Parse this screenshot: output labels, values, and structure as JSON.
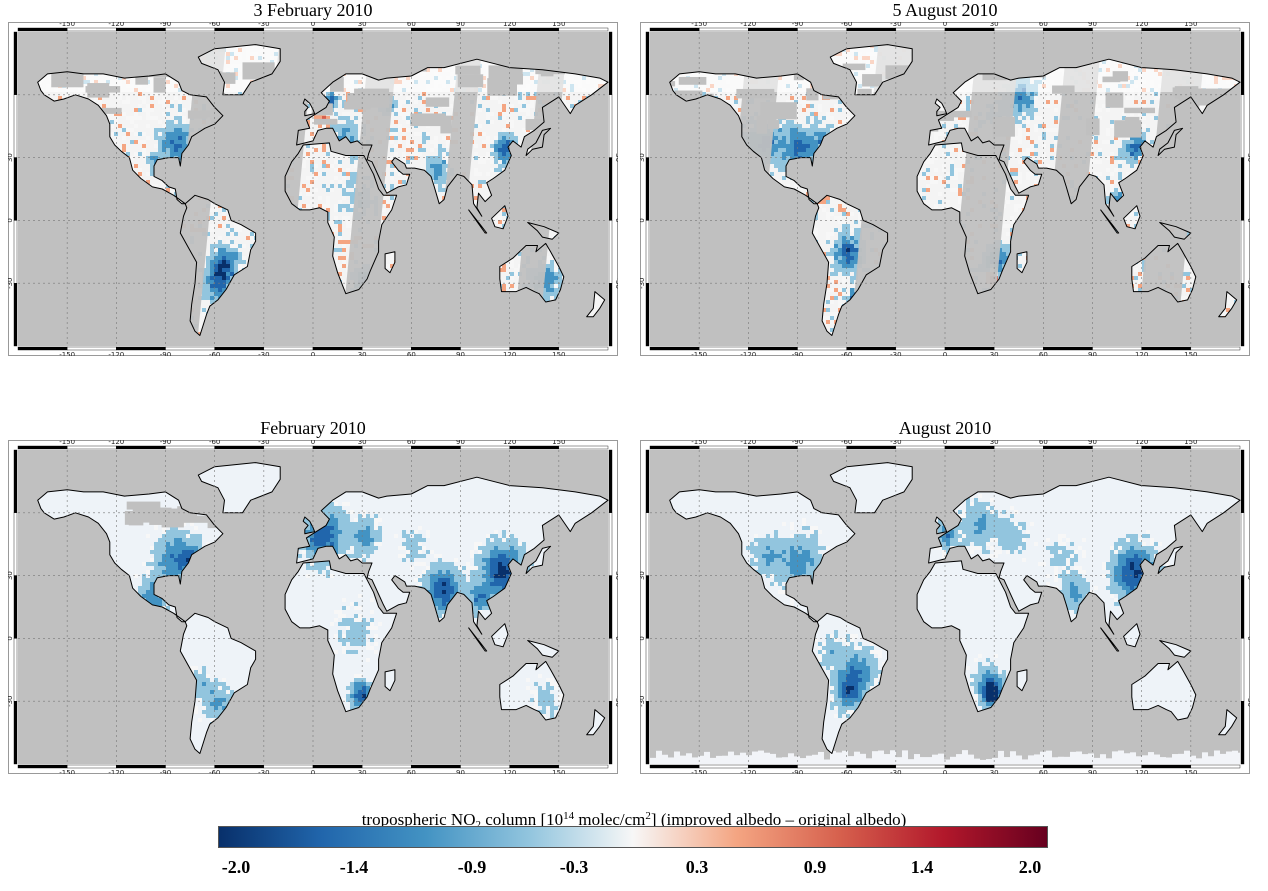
{
  "panels": [
    {
      "id": "p1",
      "title": "3 February 2010",
      "mode": "daily",
      "season": "feb"
    },
    {
      "id": "p2",
      "title": "5 August 2010",
      "mode": "daily",
      "season": "aug"
    },
    {
      "id": "p3",
      "title": "February 2010",
      "mode": "monthly",
      "season": "feb"
    },
    {
      "id": "p4",
      "title": "August 2010",
      "mode": "monthly",
      "season": "aug"
    }
  ],
  "map_axes": {
    "longitude_ticks": [
      "-150",
      "-120",
      "-90",
      "-60",
      "-30",
      "0",
      "30",
      "60",
      "90",
      "120",
      "150"
    ],
    "latitude_ticks": [
      "30",
      "0",
      "-30"
    ],
    "lon_range": [
      -180,
      180
    ],
    "lat_range": [
      -60,
      90
    ]
  },
  "colorbar": {
    "title_prefix": "tropospheric NO",
    "title_sub": "2",
    "title_mid": " column [10",
    "title_sup1": "14",
    "title_mid2": " molec/cm",
    "title_sup2": "2",
    "title_suffix": "] (improved albedo – original albedo)",
    "tick_labels": [
      "-2.0",
      "-1.4",
      "-0.9",
      "-0.3",
      "0.3",
      "0.9",
      "1.4",
      "2.0"
    ],
    "range": [
      -2.0,
      2.0
    ],
    "colors": [
      "#08306b",
      "#2166ac",
      "#4393c3",
      "#92c5de",
      "#f7f7f7",
      "#f4a582",
      "#d6604d",
      "#b2182b",
      "#67001f"
    ]
  },
  "colors": {
    "background_nodata": "#c0c0c0",
    "coastline": "#000000"
  }
}
